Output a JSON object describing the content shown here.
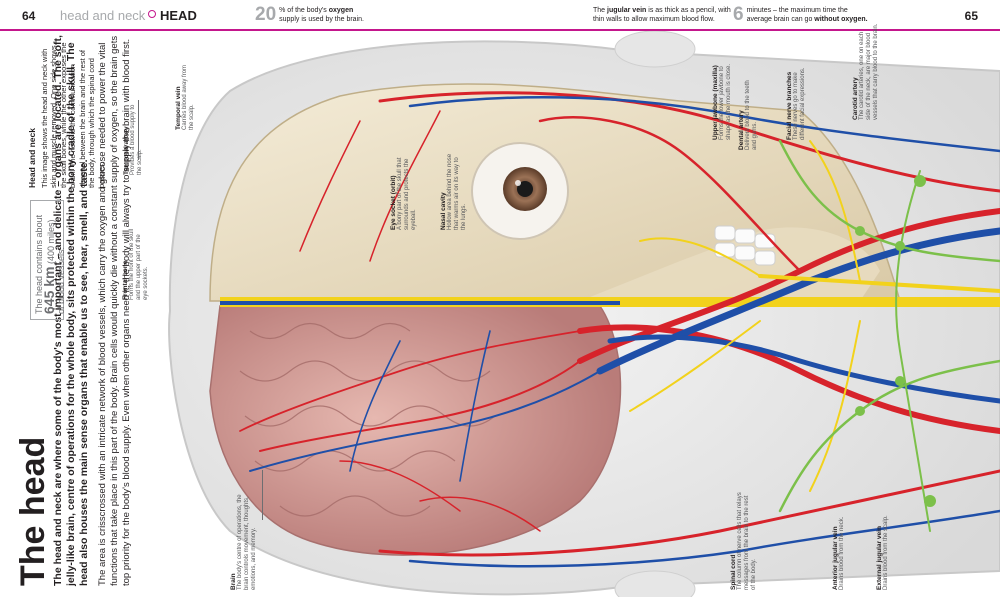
{
  "header": {
    "left_page": "64",
    "section": "head and neck",
    "chapter": "HEAD",
    "right_page": "65",
    "fact1_number": "20",
    "fact1_text_a": "% of the body's ",
    "fact1_bold": "oxygen",
    "fact1_text_b": "supply is used by the brain.",
    "fact2_text_a": "The ",
    "fact2_bold": "jugular vein",
    "fact2_text_b": " is as thick as a pencil, with",
    "fact2_text_c": "thin walls to allow maximum blood flow.",
    "fact3_number": "6",
    "fact3_text_a": "minutes – the maximum time the",
    "fact3_text_b": "average brain can go ",
    "fact3_bold": "without oxygen."
  },
  "title": "The head",
  "intro_lead": "The head and neck are where some of the body's most important – and delicate – organs are located. The soft, jelly-like brain, centre of operations for the whole body, sits protected within the bony cradle of the skull. The head also houses the main sense organs that enable us to see, hear, smell, and taste.",
  "intro_body": "The area is crisscrossed with an intricate network of blood vessels, which carry the oxygen and glucose needed to power the vital functions that take place in this part of the body. Brain cells would quickly die without a constant supply of oxygen, so the brain gets top priority for the body's blood supply. Even when other organs need it, the body will always try to supply the brain with blood first.",
  "stat": {
    "lead": "The head contains about",
    "value": "645 km",
    "unit": " (400 miles)",
    "tail": "of blood vessels."
  },
  "head_and_neck": {
    "title": "Head and neck",
    "text": "This image shows the head and neck with skin and muscle removed. One side shows the skull bones, while the other exposes the brain. The neck is the communication channel between the brain and the rest of the body, through which the spinal cord passes."
  },
  "labels": {
    "temporal_artery": {
      "title": "Temporal artery",
      "text": "Provides a blood supply to the scalp."
    },
    "temporal_vein": {
      "title": "Temporal vein",
      "text": "Carries blood away from the scalp."
    },
    "eye_socket": {
      "title": "Eye socket (orbit)",
      "text": "A bony part of the skull that surrounds and protects the eyeball."
    },
    "nasal_cavity": {
      "title": "Nasal cavity",
      "text": "Hollow area behind the nose that warms air on its way to the lungs."
    },
    "frontal_bone": {
      "title": "Frontal bone",
      "text": "Forms the front of the skull and the upper part of the eye sockets."
    },
    "upper_jawbone": {
      "title": "Upper jawbone (maxilla)",
      "text": "Forms the lower jawbone to shape as the mouth is close."
    },
    "dental_artery": {
      "title": "Dental artery",
      "text": "Delivers blood to the teeth and gums."
    },
    "facial_nerve": {
      "title": "Facial nerve branches",
      "text": "These nerves go to make different facial expressions."
    },
    "carotid_artery": {
      "title": "Carotid artery",
      "text": "The carotid arteries, one on each side of the neck, are major blood vessels that carry blood to the brain."
    },
    "brain": {
      "title": "Brain",
      "text": "The body's centre of operations, the brain controls movement, thoughts, emotions, and memory."
    },
    "spinal_cord": {
      "title": "Spinal cord",
      "text": "The column of nerve cells that relays messages from the brain to the rest of the body."
    },
    "anterior_jugular": {
      "title": "Anterior jugular vein",
      "text": "Drains blood from the neck."
    },
    "external_jugular": {
      "title": "External jugular vein",
      "text": "Drains blood from the scalp."
    }
  },
  "colors": {
    "accent": "#c4168c",
    "artery": "#d7232b",
    "vein": "#1f4fa8",
    "nerve": "#f2d21c",
    "lymph": "#7cc04a",
    "bone": "#efe6cf",
    "brain": "#dba7a2"
  }
}
